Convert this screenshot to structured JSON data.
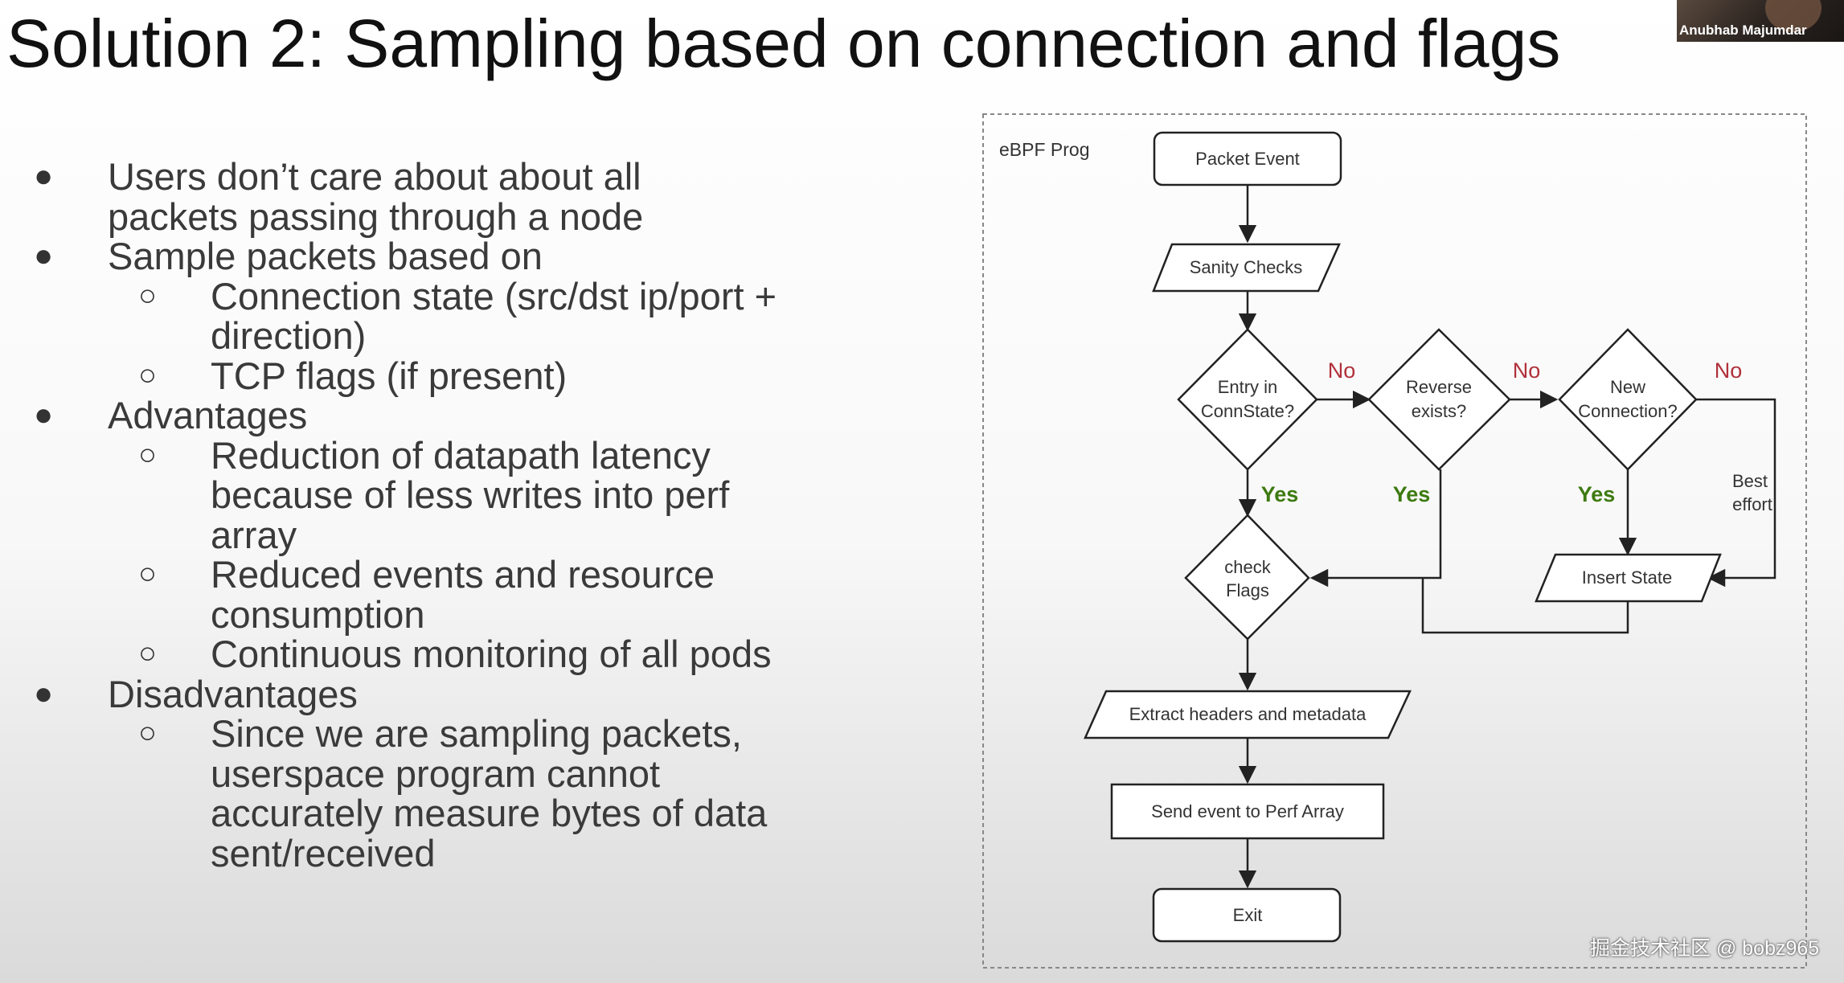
{
  "slide": {
    "title": "Solution 2: Sampling based on connection and flags"
  },
  "bullets": [
    {
      "level": 1,
      "lines": [
        "Users don’t care about about all",
        "packets passing through a node"
      ]
    },
    {
      "level": 1,
      "lines": [
        "Sample packets based on"
      ]
    },
    {
      "level": 2,
      "lines": [
        "Connection state (src/dst ip/port +",
        "direction)"
      ]
    },
    {
      "level": 2,
      "lines": [
        "TCP flags (if present)"
      ]
    },
    {
      "level": 1,
      "lines": [
        "Advantages"
      ]
    },
    {
      "level": 2,
      "lines": [
        "Reduction of datapath latency",
        "because of less writes into perf",
        "array"
      ]
    },
    {
      "level": 2,
      "lines": [
        "Reduced events and resource",
        "consumption"
      ]
    },
    {
      "level": 2,
      "lines": [
        "Continuous monitoring of all pods"
      ]
    },
    {
      "level": 1,
      "lines": [
        "Disadvantages"
      ]
    },
    {
      "level": 2,
      "lines": [
        "Since we are sampling packets,",
        "userspace program cannot",
        "accurately measure bytes of data",
        "sent/received"
      ]
    }
  ],
  "flowchart": {
    "container_label": "eBPF Prog",
    "nodes": {
      "packet_event": "Packet Event",
      "sanity_checks": "Sanity Checks",
      "entry_in_connstate": [
        "Entry in",
        "ConnState?"
      ],
      "reverse_exists": [
        "Reverse",
        "exists?"
      ],
      "new_connection": [
        "New",
        "Connection?"
      ],
      "check_flags": [
        "check",
        "Flags"
      ],
      "insert_state": "Insert State",
      "extract_headers": "Extract headers and metadata",
      "send_event": "Send event to Perf Array",
      "exit": "Exit"
    },
    "edge_labels": {
      "no_1": "No",
      "no_2": "No",
      "no_3": "No",
      "yes_1": "Yes",
      "yes_2": "Yes",
      "yes_3": "Yes",
      "best_effort": [
        "Best",
        "effort"
      ]
    },
    "colors": {
      "no": "#b0303a",
      "yes": "#3d7a10",
      "stroke": "#222222"
    }
  },
  "presenter": {
    "name": "Anubhab Majumdar"
  },
  "watermark": "掘金技术社区 @ bobz965"
}
